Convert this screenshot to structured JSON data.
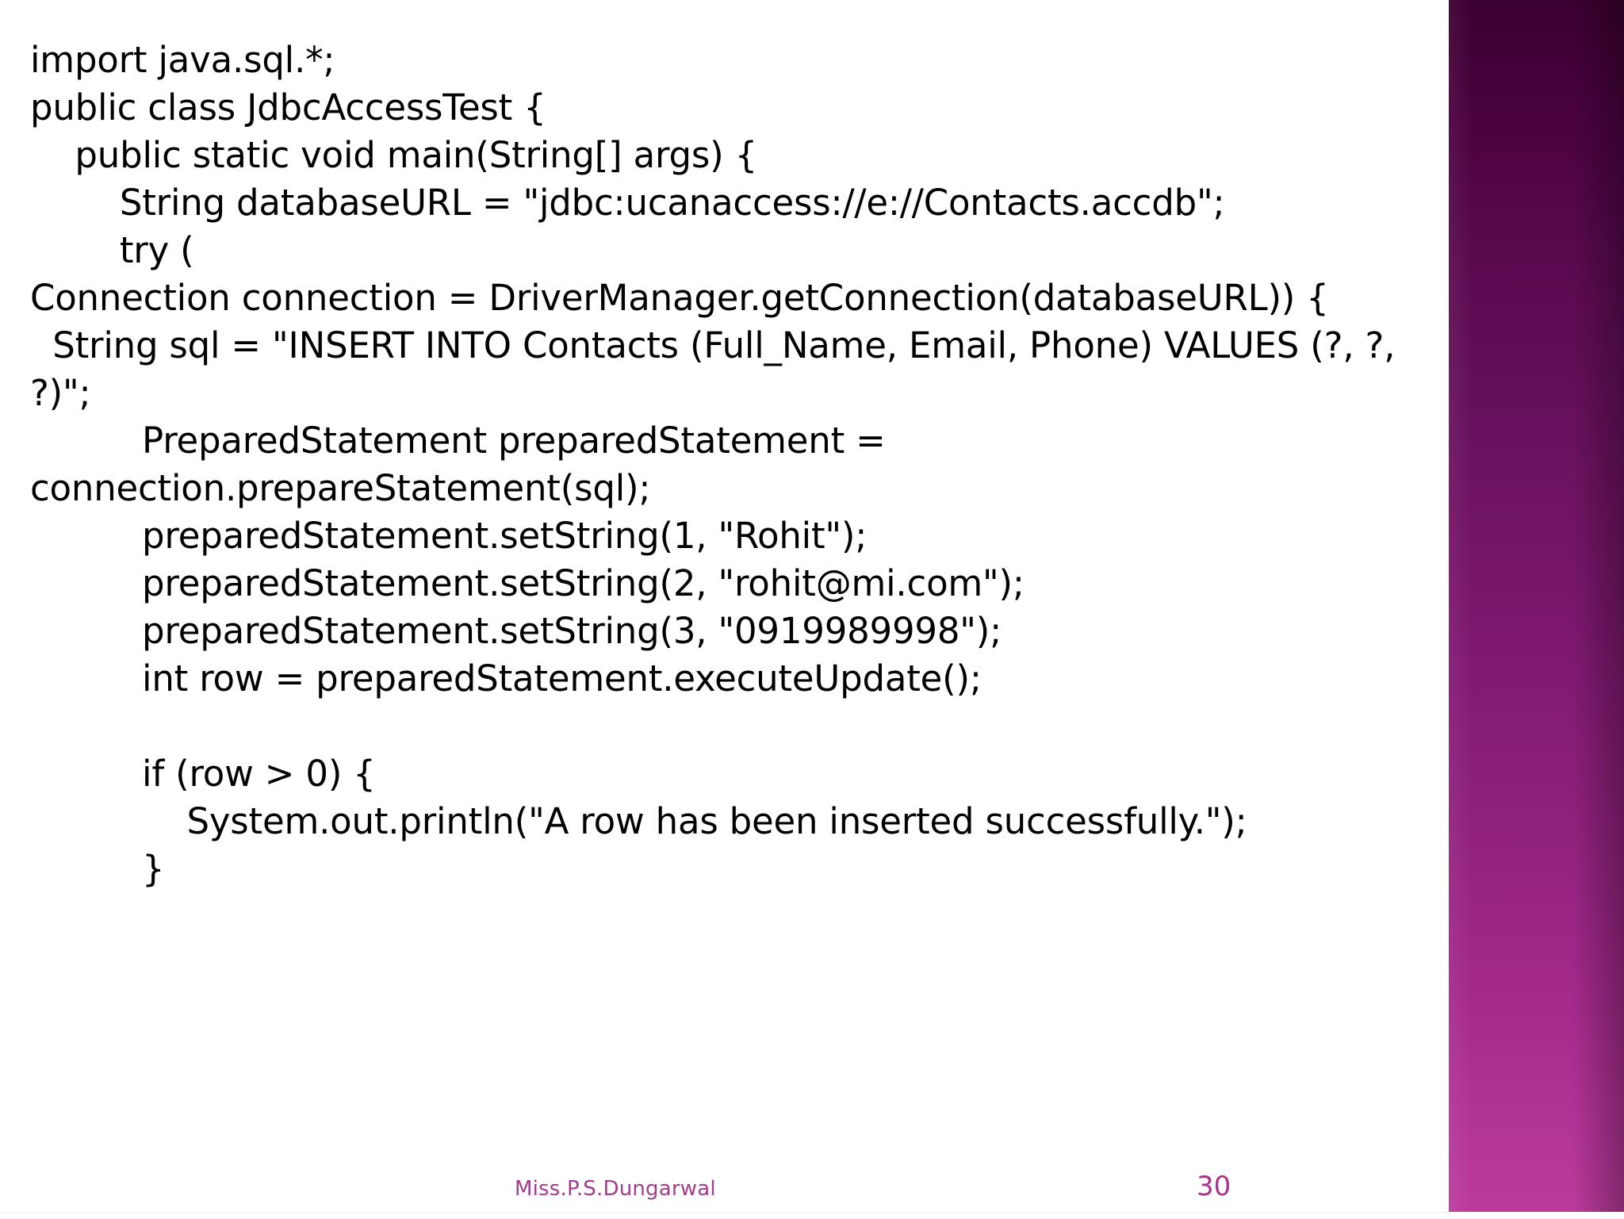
{
  "slide": {
    "background_color": "#ffffff",
    "text_color": "#000000",
    "accent_color": "#a8338f",
    "band_top_color": "#3b0030",
    "band_bottom_color": "#bb3a9c"
  },
  "code": {
    "language": "java",
    "lines": [
      {
        "id": "line-01",
        "text": "import java.sql.*;",
        "indent": 0,
        "wrapped": false
      },
      {
        "id": "line-02",
        "text": "public class JdbcAccessTest {",
        "indent": 0,
        "wrapped": false
      },
      {
        "id": "line-03",
        "text": "    public static void main(String[] args) {",
        "indent": 1,
        "wrapped": false
      },
      {
        "id": "line-04",
        "text": "        String databaseURL = \"jdbc:ucanaccess://e://Contacts.accdb\";",
        "indent": 2,
        "wrapped": false
      },
      {
        "id": "line-05",
        "text": "        try (",
        "indent": 2,
        "wrapped": false
      },
      {
        "id": "line-06",
        "text": "Connection connection = DriverManager.getConnection(databaseURL)) {",
        "indent": 0,
        "wrapped": false
      },
      {
        "id": "line-07",
        "text": "  String sql = \"INSERT INTO Contacts (Full_Name, Email, Phone) VALUES (?, ?, ?)\";",
        "indent": 0,
        "wrapped": true
      },
      {
        "id": "line-08",
        "text": "          PreparedStatement preparedStatement = connection.prepareStatement(sql);",
        "indent": 2,
        "wrapped": true
      },
      {
        "id": "line-09",
        "text": "          preparedStatement.setString(1, \"Rohit\");",
        "indent": 2,
        "wrapped": false
      },
      {
        "id": "line-10",
        "text": "          preparedStatement.setString(2, \"rohit@mi.com\");",
        "indent": 2,
        "wrapped": false
      },
      {
        "id": "line-11",
        "text": "          preparedStatement.setString(3, \"0919989998\");",
        "indent": 2,
        "wrapped": false
      },
      {
        "id": "line-12",
        "text": "          int row = preparedStatement.executeUpdate();",
        "indent": 2,
        "wrapped": false
      },
      {
        "id": "line-13",
        "text": "",
        "indent": 0,
        "wrapped": false
      },
      {
        "id": "line-14",
        "text": "          if (row > 0) {",
        "indent": 2,
        "wrapped": false
      },
      {
        "id": "line-15",
        "text": "              System.out.println(\"A row has been inserted successfully.\");",
        "indent": 3,
        "wrapped": false
      },
      {
        "id": "line-16",
        "text": "          }",
        "indent": 2,
        "wrapped": false
      }
    ]
  },
  "footer": {
    "author": "Miss.P.S.Dungarwal",
    "page_number": "30"
  }
}
